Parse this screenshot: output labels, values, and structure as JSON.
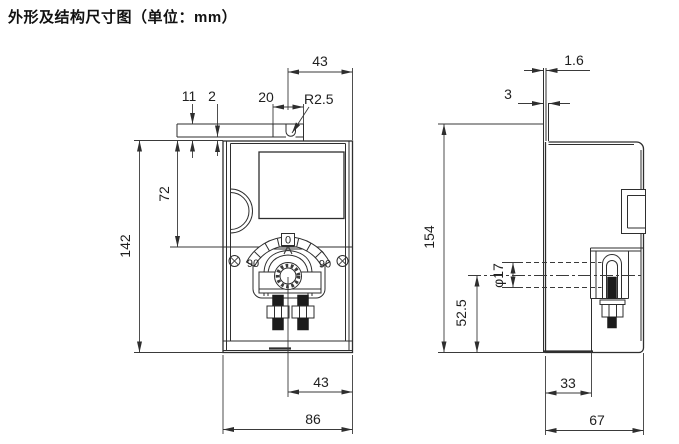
{
  "title": "外形及结构尺寸图（单位：mm）",
  "drawing": {
    "ink_color": "#2e2e2e",
    "background": "#ffffff",
    "unit": "mm"
  },
  "front": {
    "dims": {
      "top_half_width": "43",
      "bracket_offset": "11",
      "plate_gap": "2",
      "tab_width": "20",
      "slot_radius": "R2.5",
      "upper_height": "72",
      "body_height": "142",
      "bottom_half_width": "43",
      "body_width": "86"
    },
    "dial": {
      "zero": "0",
      "left_scale": "90",
      "right_scale": "90"
    }
  },
  "side": {
    "dims": {
      "plate_top_thickness": "1.6",
      "plate_fold_thickness": "3",
      "total_height": "154",
      "shaft_diameter": "φ17",
      "shaft_center_height": "52.5",
      "shaft_center_depth": "33",
      "body_depth": "67"
    }
  }
}
